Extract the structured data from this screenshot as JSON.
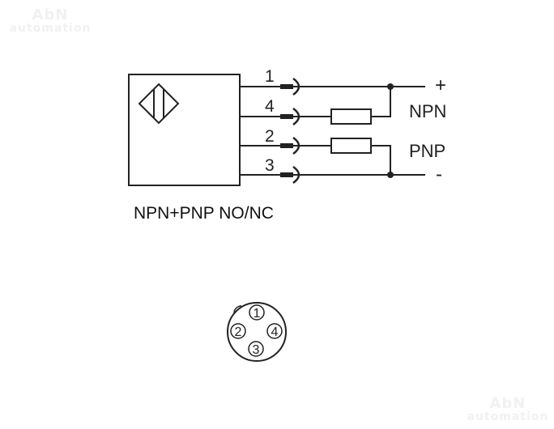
{
  "watermark": {
    "brand": "AbN",
    "sub": "automation"
  },
  "diagram": {
    "caption": "NPN+PNP NO/NC",
    "pins": [
      {
        "number": "1",
        "terminal": "+"
      },
      {
        "number": "4",
        "terminal": ""
      },
      {
        "number": "2",
        "terminal": ""
      },
      {
        "number": "3",
        "terminal": "-"
      }
    ],
    "labels": {
      "plus": "+",
      "minus": "-",
      "npn": "NPN",
      "pnp": "PNP"
    },
    "connector": {
      "pins": [
        "1",
        "2",
        "3",
        "4"
      ]
    }
  }
}
